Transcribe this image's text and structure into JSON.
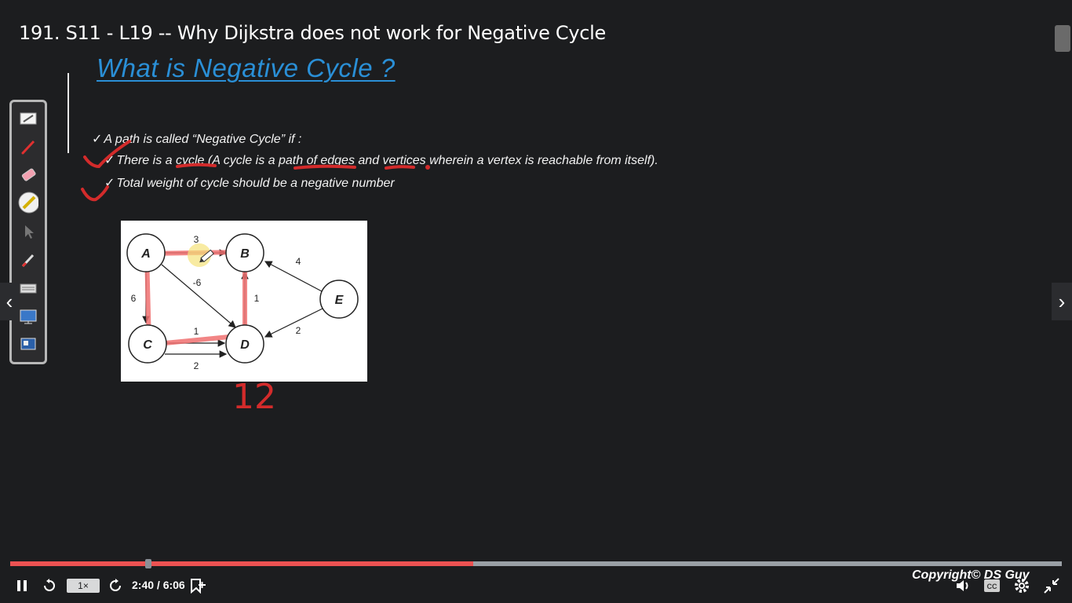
{
  "lecture": {
    "title": "191. S11 - L19 -- Why Dijkstra does not work for Negative Cycle"
  },
  "slide": {
    "heading": "What is Negative Cycle ?",
    "bullets": [
      "A path is called “Negative Cycle”  if :",
      "There is a cycle (A cycle is a path of edges and vertices wherein a vertex is reachable from itself).",
      "Total weight of cycle should be a negative number"
    ],
    "check_mark": "✓",
    "graph": {
      "nodes": [
        "A",
        "B",
        "C",
        "D",
        "E"
      ],
      "edge_weights": {
        "A_B": "3",
        "neg": "-6",
        "B_E": "4",
        "A_C": "6",
        "B_D": "1",
        "C_D_top": "1",
        "E_D": "2",
        "C_D_bottom": "2"
      }
    },
    "handwritten_note": "12"
  },
  "toolbox": {
    "tools": [
      "whiteboard-icon",
      "pen-icon",
      "eraser-icon",
      "highlighter-icon",
      "pointer-icon",
      "marker-icon",
      "keyboard-icon",
      "screen-icon",
      "display-icon"
    ]
  },
  "player": {
    "progress_fraction": 0.44,
    "playback_rate": "1×",
    "time": "2:40 / 6:06",
    "copyright": "Copyright© DS Guy"
  },
  "colors": {
    "accent": "#ec5252",
    "heading": "#2a8fd6",
    "annotation": "#e03030"
  }
}
